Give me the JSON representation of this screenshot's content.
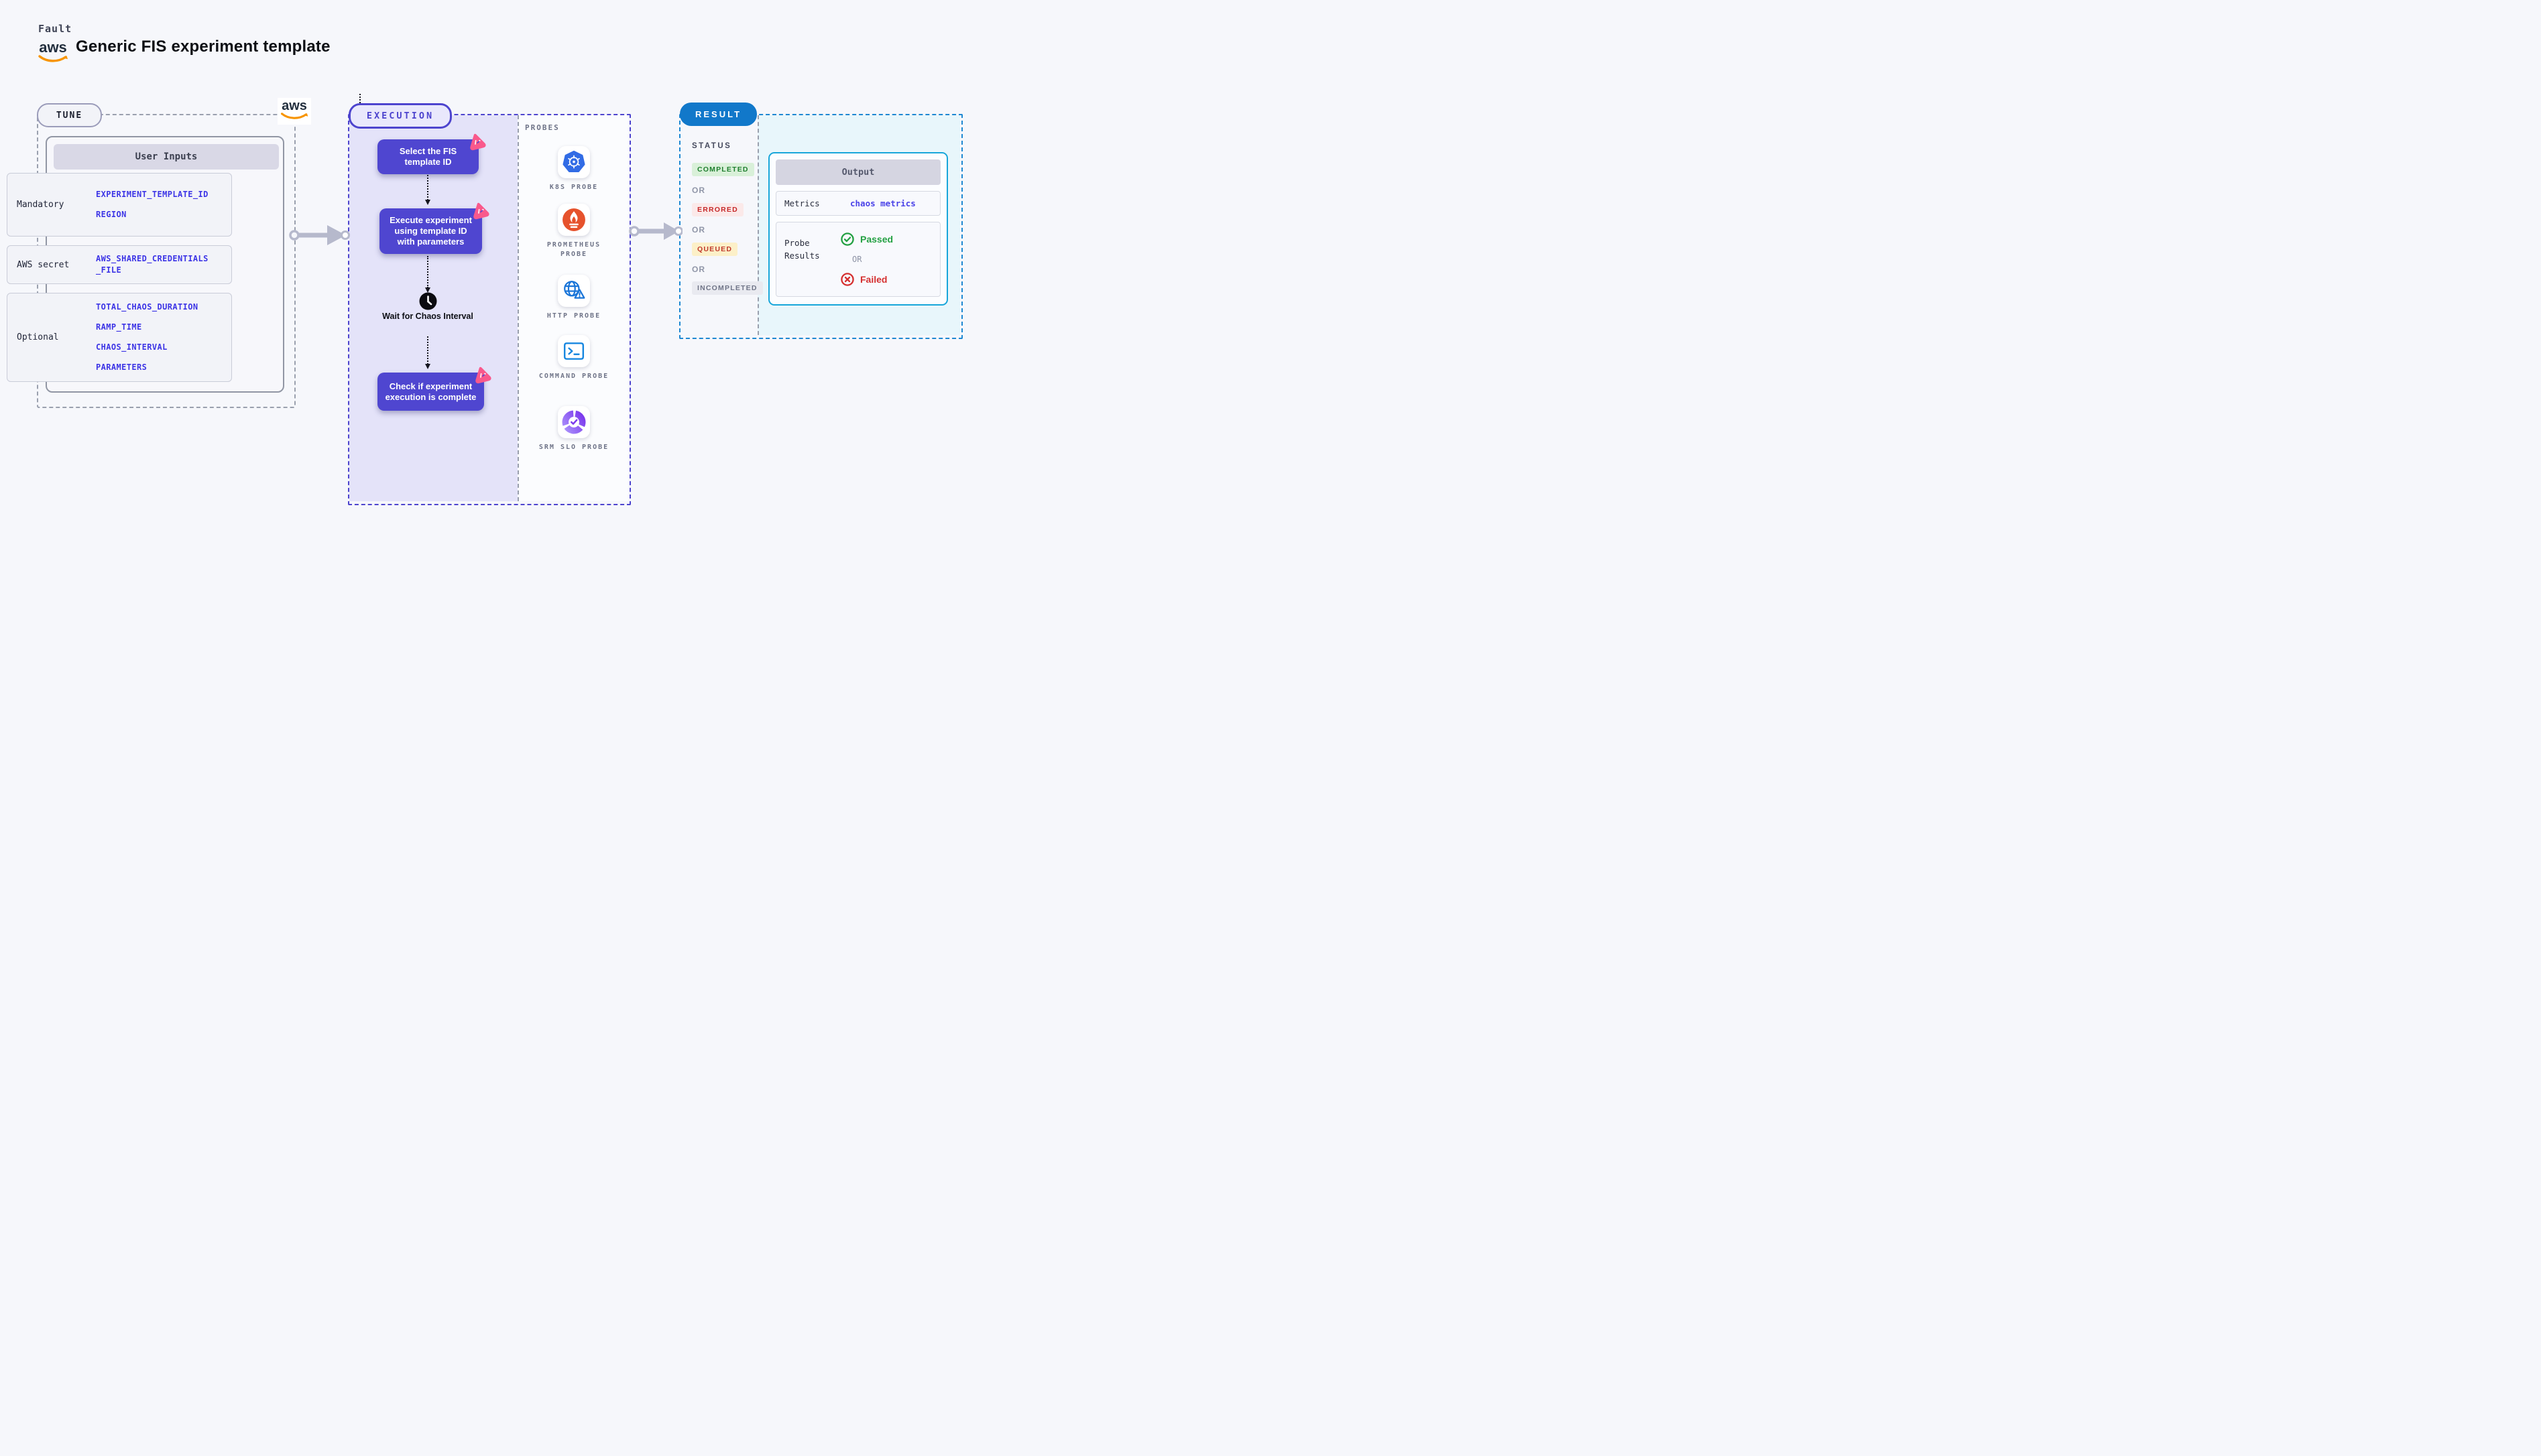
{
  "header": {
    "brand": "Fault",
    "title": "Generic FIS experiment template",
    "aws_logo_text": "aws"
  },
  "labels": {
    "or": "OR"
  },
  "tune": {
    "pill": "TUNE",
    "table_header": "User Inputs",
    "rows": [
      {
        "label": "Mandatory",
        "values": [
          "EXPERIMENT_TEMPLATE_ID",
          "REGION"
        ]
      },
      {
        "label": "AWS secret",
        "values": [
          "AWS_SHARED_CREDENTIALS_FILE"
        ]
      },
      {
        "label": "Optional",
        "values": [
          "TOTAL_CHAOS_DURATION",
          "RAMP_TIME",
          "CHAOS_INTERVAL",
          "PARAMETERS"
        ]
      }
    ]
  },
  "execution": {
    "pill": "EXECUTION",
    "steps": [
      {
        "text": "Select the FIS template ID"
      },
      {
        "text": "Execute experiment using template ID with parameters"
      },
      {
        "text": "Wait for Chaos Interval"
      },
      {
        "text": "Check if experiment execution is complete"
      }
    ]
  },
  "probes": {
    "title": "PROBES",
    "items": [
      {
        "name": "K8S PROBE",
        "icon": "kubernetes-icon"
      },
      {
        "name": "PROMETHEUS PROBE",
        "icon": "prometheus-icon"
      },
      {
        "name": "HTTP PROBE",
        "icon": "http-globe-icon"
      },
      {
        "name": "COMMAND PROBE",
        "icon": "terminal-icon"
      },
      {
        "name": "SRM SLO PROBE",
        "icon": "slo-pie-icon"
      }
    ]
  },
  "result": {
    "pill": "RESULT",
    "status_title": "STATUS",
    "statuses": [
      {
        "label": "COMPLETED",
        "color": "#1e7e2e",
        "bg": "#d9f0d9"
      },
      {
        "label": "ERRORED",
        "color": "#c62828",
        "bg": "#fbe9e9"
      },
      {
        "label": "QUEUED",
        "color": "#c0392b",
        "bg": "#fcf0c8"
      },
      {
        "label": "INCOMPLETED",
        "color": "#6f7487",
        "bg": "#e9eaf0"
      }
    ],
    "output": {
      "header": "Output",
      "metrics_label": "Metrics",
      "metrics_value": "chaos metrics",
      "probe_results_label": "Probe Results",
      "passed": "Passed",
      "failed": "Failed"
    }
  },
  "colors": {
    "accent_indigo": "#4f46d0",
    "accent_pink": "#f9598c",
    "accent_blue_result": "#1178ca",
    "accent_cyan_border": "#18a6da",
    "aws_orange": "#f79400",
    "passed_green": "#23a042",
    "failed_red": "#d53030"
  }
}
